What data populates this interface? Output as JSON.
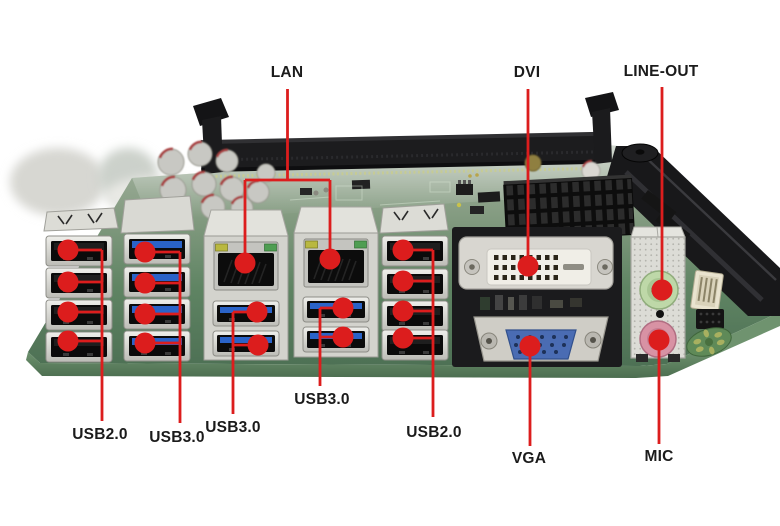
{
  "image": {
    "kind": "annotated product photo",
    "subject": "industrial motherboard rear I/O ports with red callout lines"
  },
  "callouts": {
    "lan": {
      "label": "LAN"
    },
    "dvi": {
      "label": "DVI"
    },
    "line_out": {
      "label": "LINE-OUT"
    },
    "usb2_left": {
      "label": "USB2.0"
    },
    "usb3_left": {
      "label": "USB3.0"
    },
    "usb3_mid_left": {
      "label": "USB3.0"
    },
    "usb3_mid_right": {
      "label": "USB3.0"
    },
    "usb2_right": {
      "label": "USB2.0"
    },
    "vga": {
      "label": "VGA"
    },
    "mic": {
      "label": "MIC"
    }
  },
  "ports": {
    "usb2_stack_left": {
      "type": "USB 2.0",
      "count": 4
    },
    "usb3_stack_left": {
      "type": "USB 3.0",
      "count": 4
    },
    "lan_usb3_combo_left": {
      "lan_jacks": 1,
      "usb3_ports": 2
    },
    "lan_usb3_combo_right": {
      "lan_jacks": 1,
      "usb3_ports": 2
    },
    "usb2_stack_right": {
      "type": "USB 2.0",
      "count": 4
    },
    "video_ports": [
      "DVI",
      "VGA"
    ],
    "audio_jacks": [
      "LINE-OUT",
      "MIC"
    ]
  },
  "colors": {
    "background": "#ffffff",
    "annotation_red": "#dc1d1d",
    "label_text": "#1b1b1b",
    "pcb_green_front": "#4d7054",
    "pcb_green_back": "#aab6a5",
    "port_shell_silver": "#d6d6d0",
    "usb2_tongue_black": "#1e1e1e",
    "usb3_tongue_blue": "#2a63c8",
    "lan_led_yellow": "#b9b840",
    "lan_led_green": "#4f9e52",
    "dvi_insert_white": "#f0eee7",
    "vga_dsub_blue": "#4a6cb3",
    "line_out_jack_green": "#bed8a8",
    "mic_jack_pink": "#d892a4",
    "heatsink_black": "#0d0d0d",
    "ram_slot_black": "#1c1c1e"
  }
}
